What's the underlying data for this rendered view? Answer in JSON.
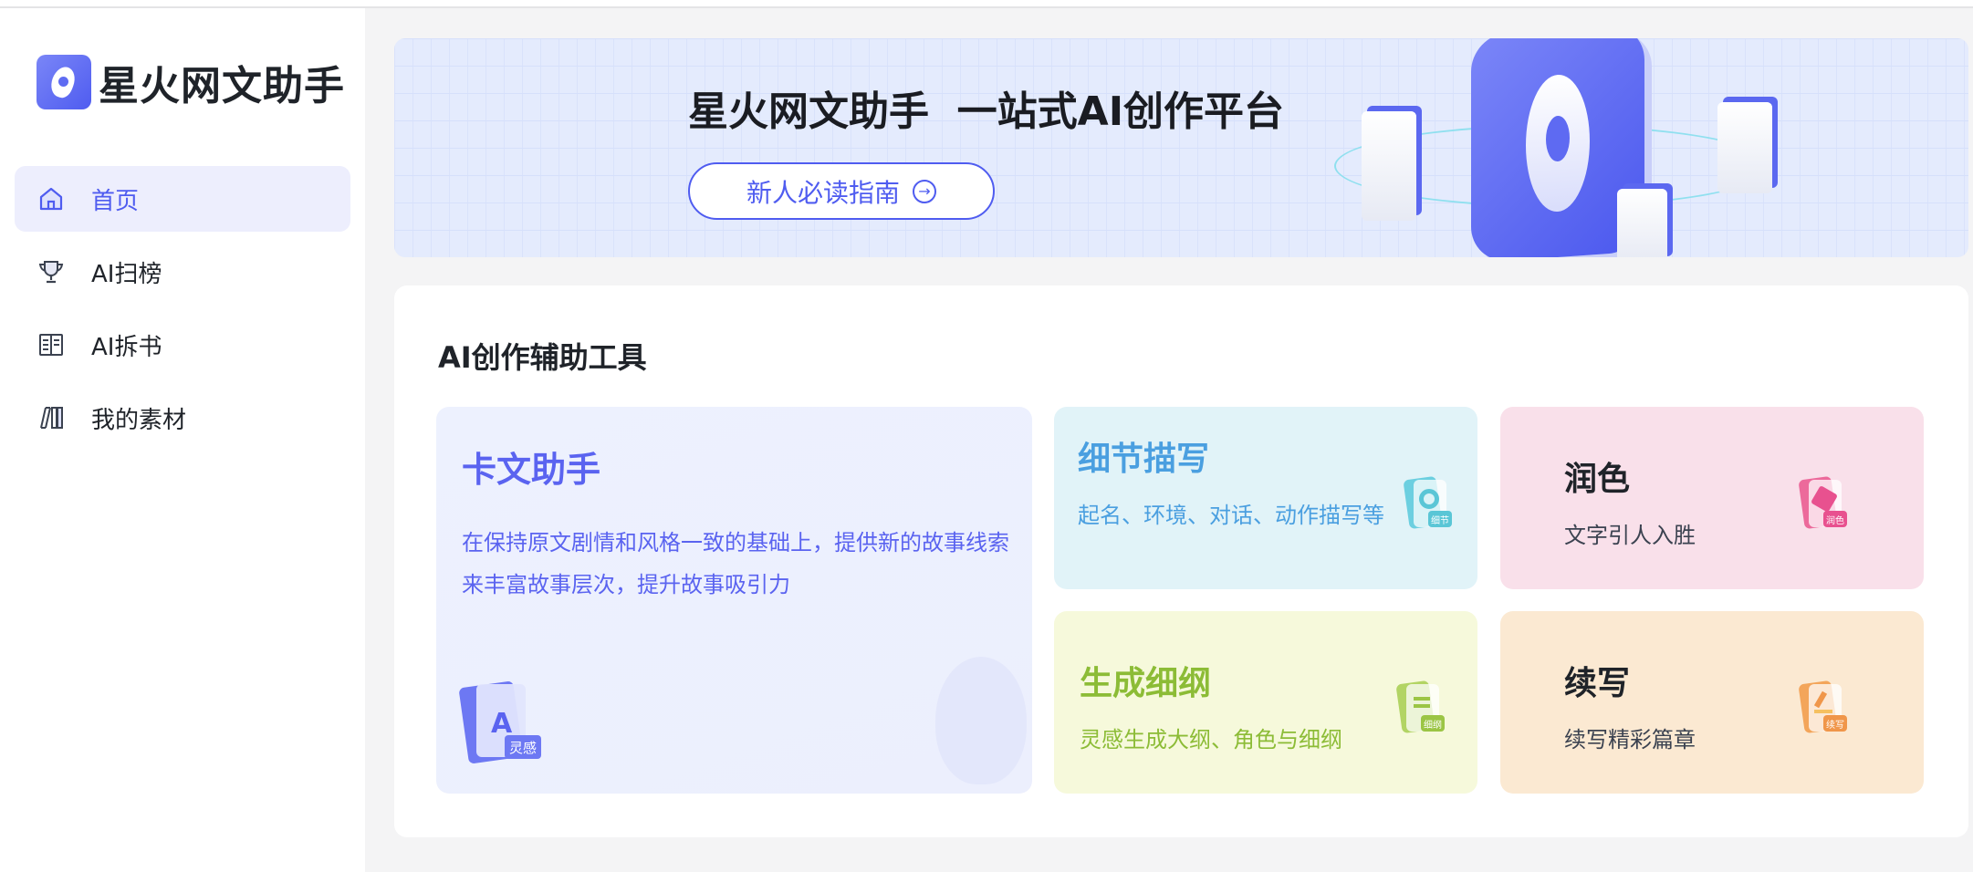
{
  "app": {
    "name": "星火网文助手"
  },
  "sidebar": {
    "items": [
      {
        "label": "首页",
        "icon": "home-icon",
        "active": true
      },
      {
        "label": "AI扫榜",
        "icon": "trophy-icon",
        "active": false
      },
      {
        "label": "AI拆书",
        "icon": "book-icon",
        "active": false
      },
      {
        "label": "我的素材",
        "icon": "bookshelf-icon",
        "active": false
      }
    ]
  },
  "banner": {
    "title": "星火网文助手  一站式AI创作平台",
    "guide_button": "新人必读指南"
  },
  "tools": {
    "section_title": "AI创作辅助工具",
    "items": [
      {
        "title": "卡文助手",
        "desc": "在保持原文剧情和风格一致的基础上，提供新的故事线索来丰富故事层次，提升故事吸引力",
        "tag": "灵感",
        "color": "#5a63f0"
      },
      {
        "title": "细节描写",
        "desc": "起名、环境、对话、动作描写等",
        "tag": "细节",
        "color": "#4a9fe0"
      },
      {
        "title": "润色",
        "desc": "文字引人入胜",
        "tag": "润色",
        "color": "#e8518f"
      },
      {
        "title": "生成细纲",
        "desc": "灵感生成大纲、角色与细纲",
        "tag": "细纲",
        "color": "#8cbc36"
      },
      {
        "title": "续写",
        "desc": "续写精彩篇章",
        "tag": "续写",
        "color": "#f0964a"
      }
    ]
  }
}
